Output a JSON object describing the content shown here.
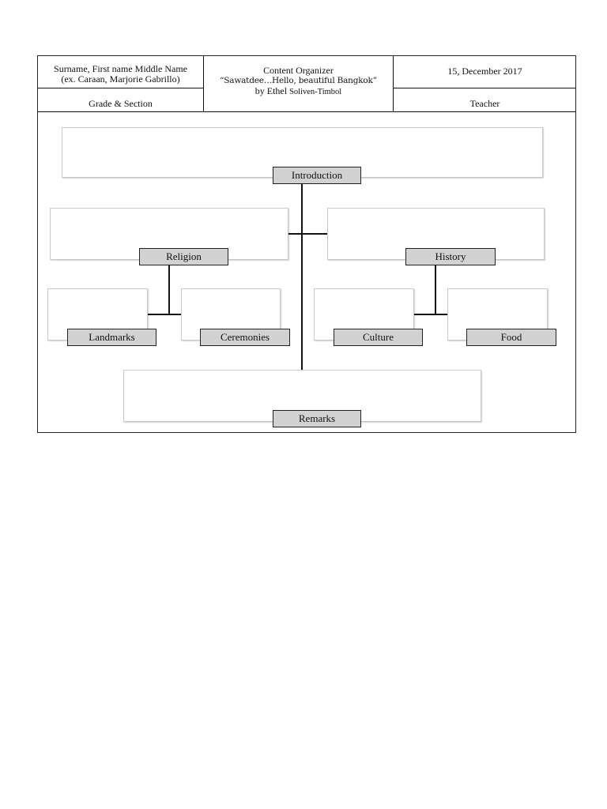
{
  "header": {
    "student": {
      "line1": "Surname, First name Middle Name",
      "line2": "(ex. Caraan, Marjorie Gabrillo)"
    },
    "organizer": {
      "line1": "Content Organizer",
      "line2": "“Sawatdee…Hello, beautiful Bangkok”",
      "by_prefix": "by Ethel",
      "author_surname": "Soliven-Timbol"
    },
    "date": "15, December 2017",
    "grade_section": "Grade & Section",
    "teacher": "Teacher"
  },
  "organizer": {
    "introduction": "Introduction",
    "religion": "Religion",
    "history": "History",
    "landmarks": "Landmarks",
    "ceremonies": "Ceremonies",
    "culture": "Culture",
    "food": "Food",
    "remarks": "Remarks"
  }
}
